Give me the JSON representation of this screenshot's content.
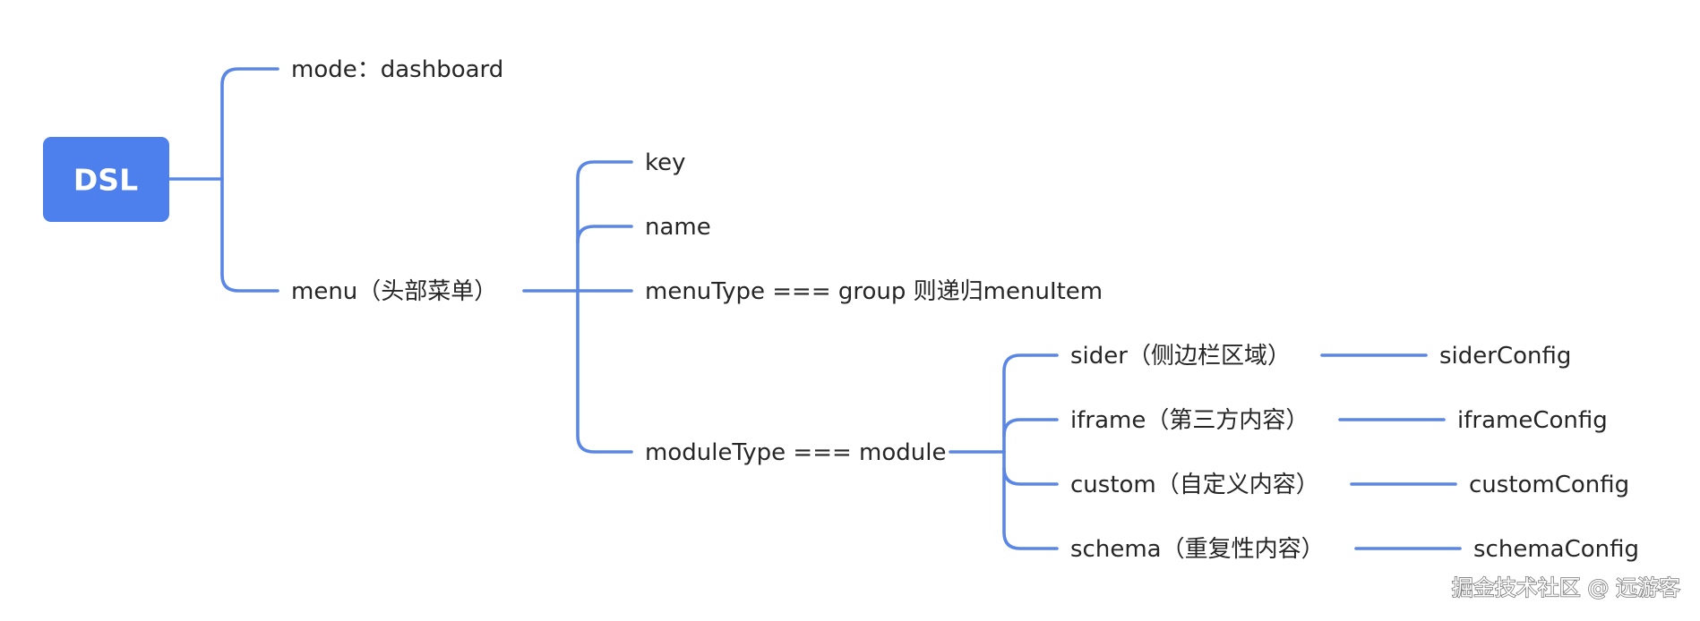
{
  "diagram": {
    "root": {
      "label": "DSL"
    },
    "level1": {
      "mode": "mode：dashboard",
      "menu": "menu（头部菜单）"
    },
    "level2": {
      "key": "key",
      "name": "name",
      "menu_type": "menuType === group  则递归menuItem",
      "module_type": "moduleType === module"
    },
    "level3": {
      "sider": "sider（侧边栏区域）",
      "iframe": "iframe（第三方内容）",
      "custom": "custom（自定义内容）",
      "schema": "schema（重复性内容）"
    },
    "level4": {
      "sider_config": "siderConfig",
      "iframe_config": "iframeConfig",
      "custom_config": "customConfig",
      "schema_config": "schemaConfig"
    }
  },
  "watermark": "掘金技术社区 @ 远游客",
  "colors": {
    "accent": "#4D7FED",
    "connector": "#5A87E6",
    "text": "#262626"
  }
}
